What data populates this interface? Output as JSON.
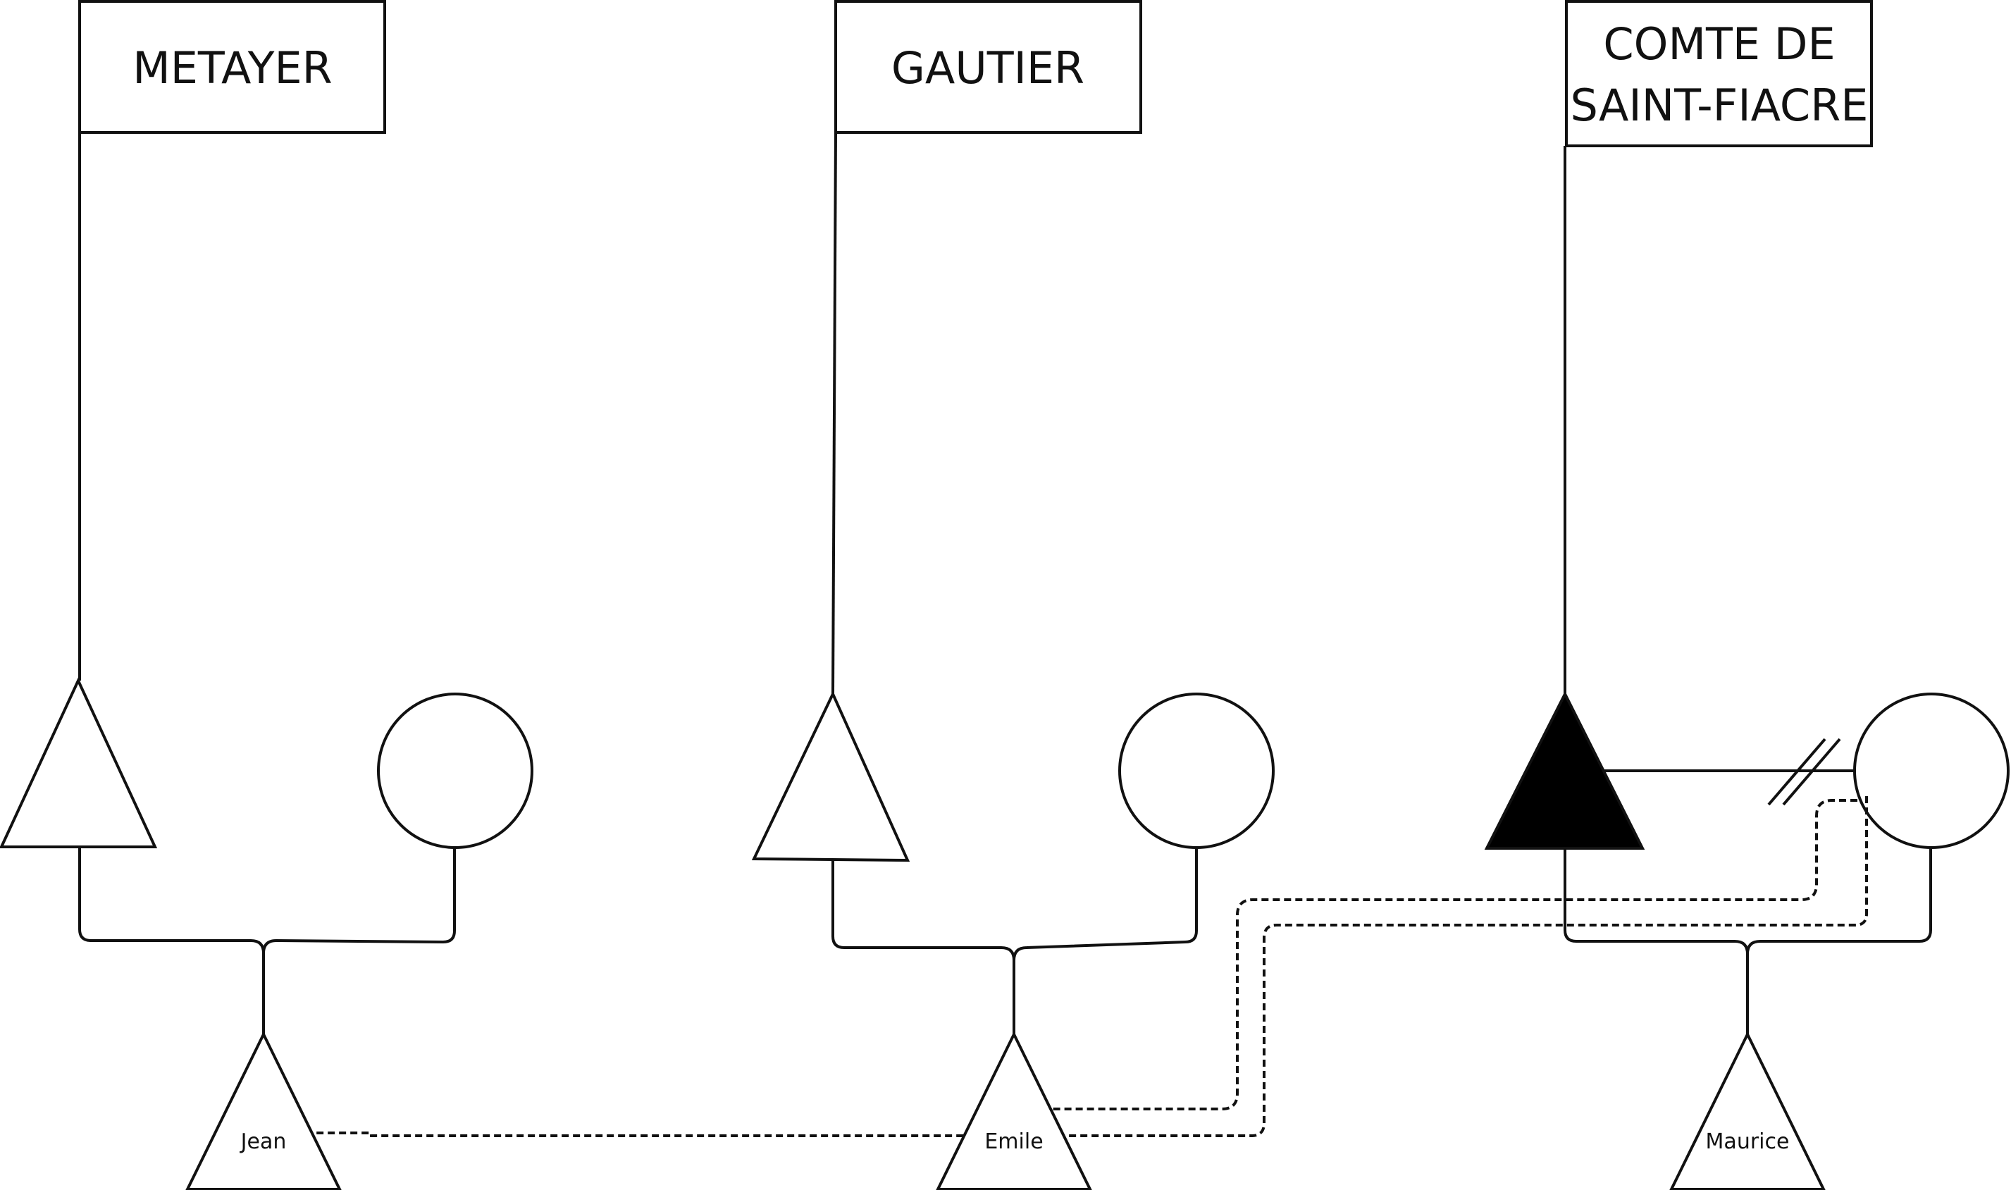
{
  "families": [
    {
      "name": "METAYER"
    },
    {
      "name": "GAUTIER"
    },
    {
      "name_line1": "COMTE DE",
      "name_line2": "SAINT-FIACRE"
    }
  ],
  "children": [
    {
      "name": "Jean"
    },
    {
      "name": "Emile"
    },
    {
      "name": "Maurice"
    }
  ],
  "colors": {
    "stroke": "#111111",
    "filled": "#000000",
    "background": "#ffffff"
  }
}
